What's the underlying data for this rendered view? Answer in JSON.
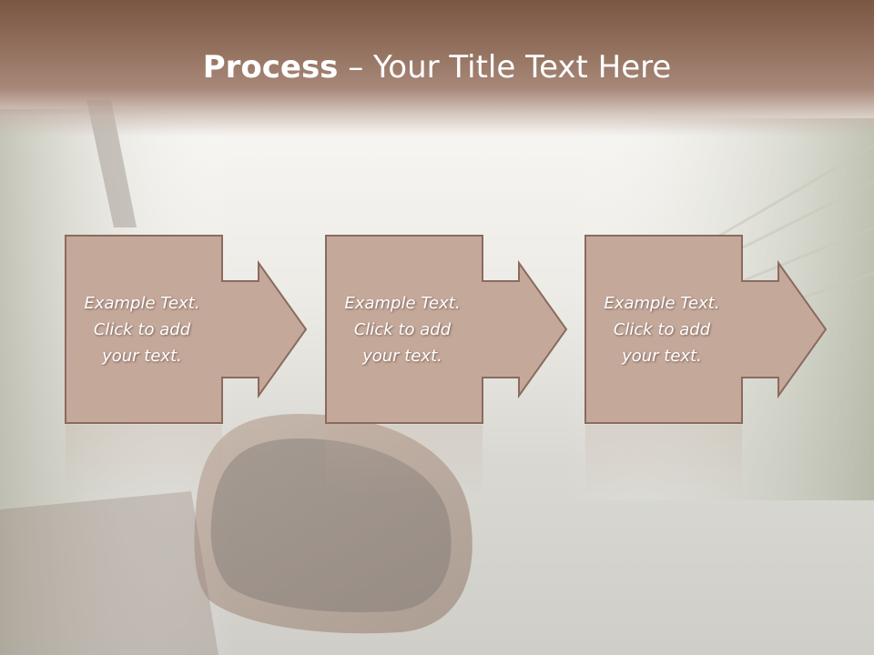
{
  "title": {
    "bold": "Process",
    "rest": " – Your Title Text Here"
  },
  "steps": [
    {
      "text": "Example Text.\nClick  to add\nyour text."
    },
    {
      "text": "Example Text.\nClick  to add\nyour text."
    },
    {
      "text": "Example Text.\nClick  to add\nyour text."
    }
  ],
  "colors": {
    "title_bar": "#7a5643",
    "box_fill": "#c4a99b",
    "box_stroke": "#8a6b5e",
    "text": "#ffffff"
  }
}
